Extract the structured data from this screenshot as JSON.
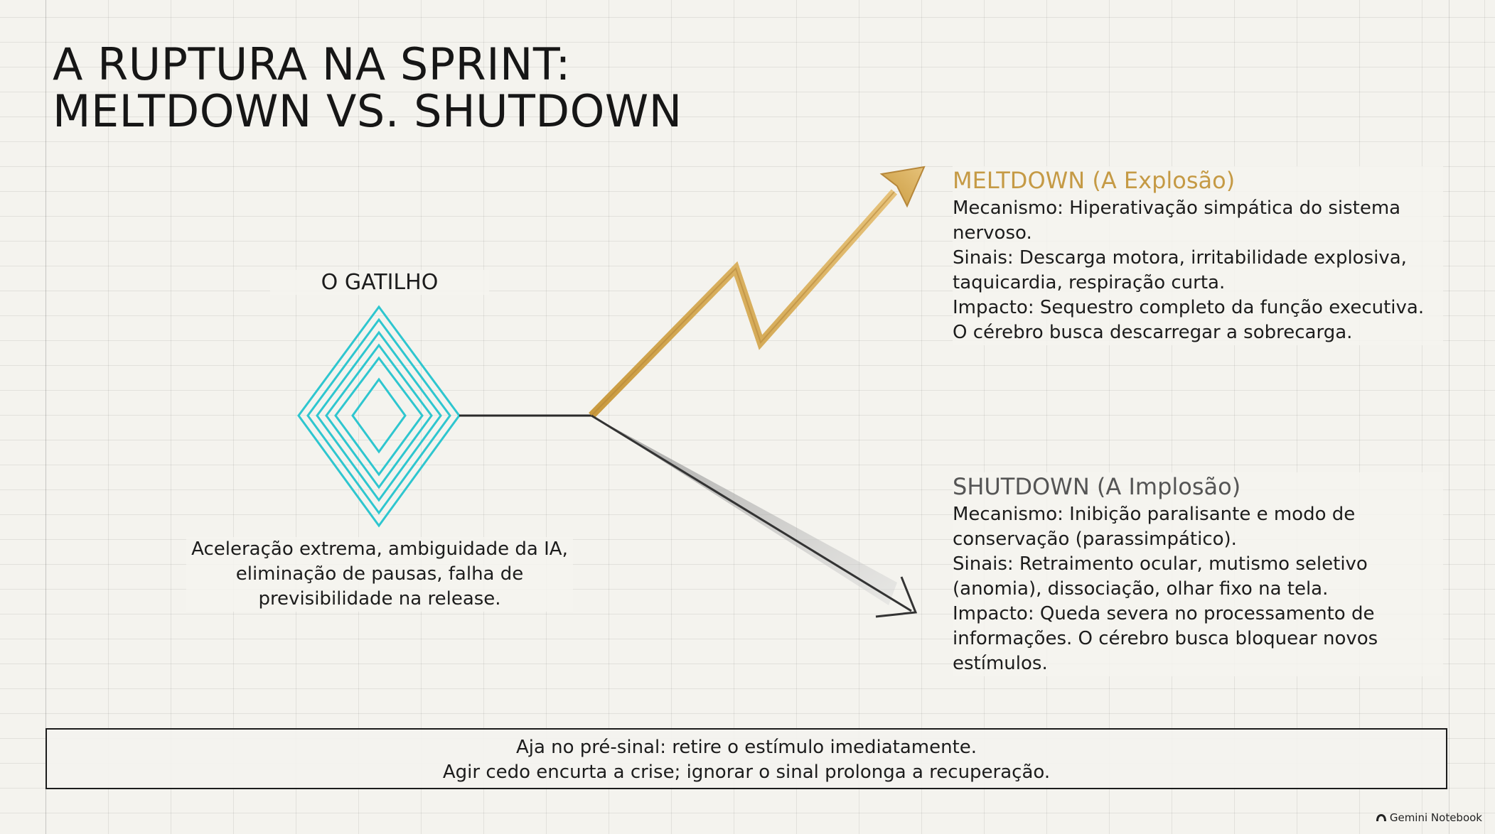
{
  "title": {
    "line1": "A RUPTURA NA SPRINT:",
    "line2": "MELTDOWN VS. SHUTDOWN"
  },
  "trigger": {
    "title": "O GATILHO",
    "description": "Aceleração extrema, ambiguidade da IA, eliminação de pausas, falha de previsibilidade na release."
  },
  "meltdown": {
    "title": "MELTDOWN (A Explosão)",
    "mechanism": "Mecanismo: Hiperativação simpática do sistema nervoso.",
    "signals": "Sinais: Descarga motora, irritabilidade explosiva, taquicardia, respiração curta.",
    "impact": "Impacto: Sequestro completo da função executiva. O cérebro busca descarregar a sobrecarga.",
    "color": "#c59a45"
  },
  "shutdown": {
    "title": "SHUTDOWN (A Implosão)",
    "mechanism": "Mecanismo: Inibição paralisante e modo de conservação (parassimpático).",
    "signals": "Sinais: Retraimento ocular, mutismo seletivo (anomia), dissociação, olhar fixo na tela.",
    "impact": "Impacto: Queda severa no processamento de informações. O cérebro busca bloquear novos estímulos.",
    "color": "#555555"
  },
  "footer": {
    "line1": "Aja no pré-sinal: retire o estímulo imediatamente.",
    "line2": "Agir cedo encurta a crise; ignorar o sinal prolonga a recuperação."
  },
  "brand": {
    "label": "Gemini Notebook",
    "icon": "gemini-logo-icon"
  },
  "colors": {
    "trigger": "#2ec6cf",
    "meltdown_arrow": "#d3a94f",
    "shutdown_arrow": "#333333"
  }
}
